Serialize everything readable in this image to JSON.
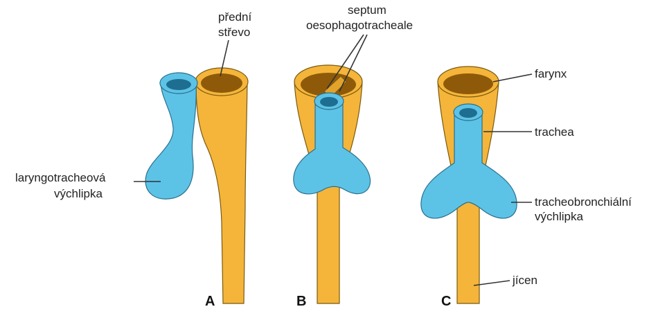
{
  "colors": {
    "foregut": "#F4B53A",
    "foregut_dark": "#C98A14",
    "foregut_inner": "#8E5A0A",
    "respiratory": "#5DC3E6",
    "respiratory_dark": "#2C8FB8",
    "respiratory_inner": "#1E6E91",
    "text": "#222222"
  },
  "panels": [
    {
      "letter": "A",
      "labels": [
        {
          "lines": [
            "přední",
            "střevo"
          ]
        },
        {
          "lines": [
            "laryngotracheová",
            "výchlipka"
          ]
        }
      ]
    },
    {
      "letter": "B",
      "labels": [
        {
          "lines": [
            "septum",
            "oesophagotracheale"
          ]
        }
      ]
    },
    {
      "letter": "C",
      "labels": [
        {
          "lines": [
            "farynx"
          ]
        },
        {
          "lines": [
            "trachea"
          ]
        },
        {
          "lines": [
            "tracheobronchiální",
            "výchlipka"
          ]
        },
        {
          "lines": [
            "jícen"
          ]
        }
      ]
    }
  ]
}
